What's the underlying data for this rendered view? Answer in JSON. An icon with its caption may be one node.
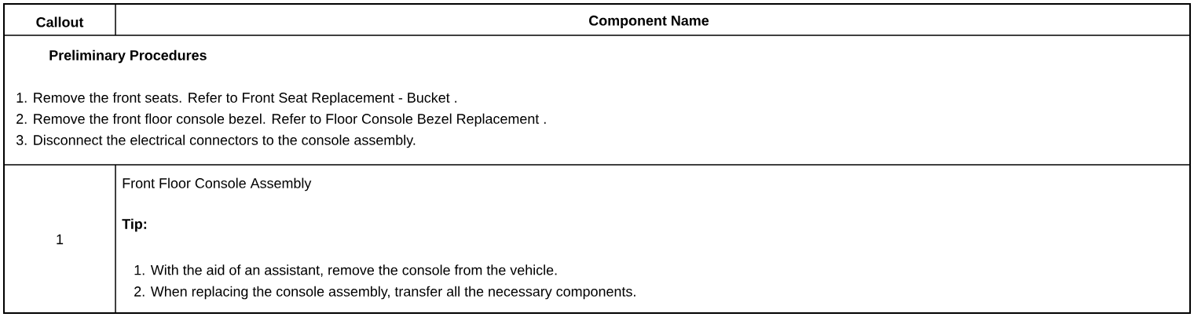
{
  "diagram": {
    "labels": [
      "Callout",
      "Component Name",
      "Preliminary Procedures",
      "1. Remove the front seats. Refer to Front Seat Replacement - Bucket .",
      "2. Remove the front floor console bezel. Refer to Floor Console Bezel Replacement .",
      "3. Disconnect the electrical connectors to the console assembly.",
      "1",
      "Front Floor Console Assembly",
      "Tip:",
      "1. With the aid of an assistant, remove the console from the vehicle.",
      "2. When replacing the console assembly, transfer all the necessary components."
    ]
  }
}
